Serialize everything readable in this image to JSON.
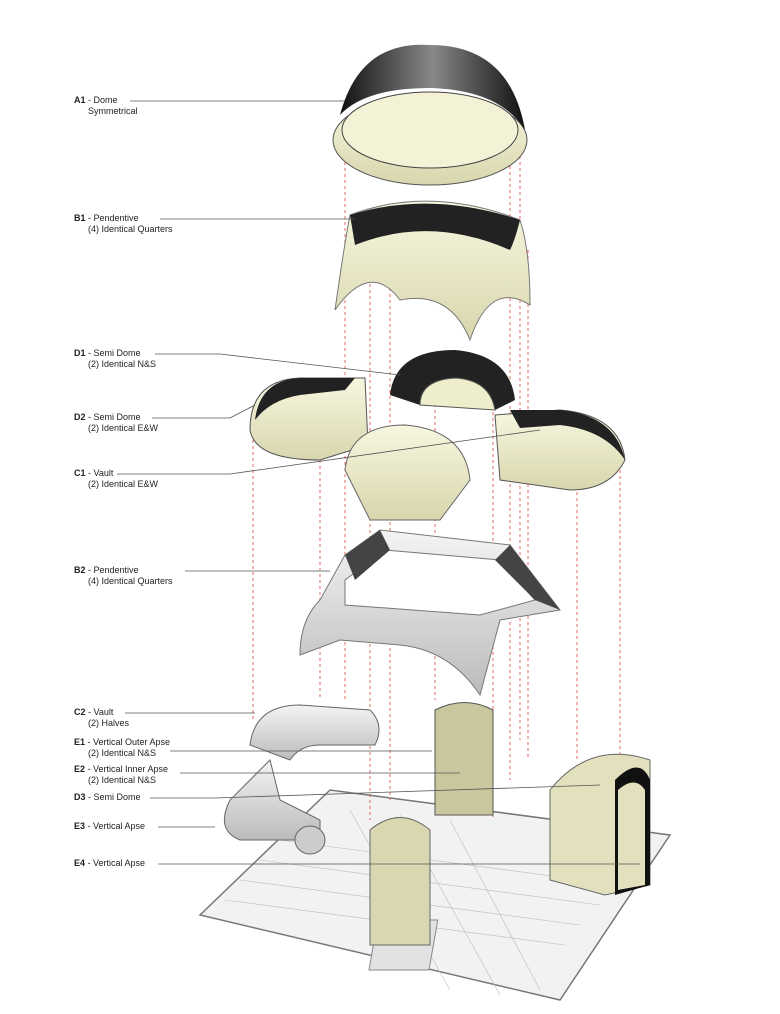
{
  "labels": [
    {
      "code": "A1",
      "name": "Dome",
      "sub": "Symmetrical"
    },
    {
      "code": "B1",
      "name": "Pendentive",
      "sub": "(4) Identical Quarters"
    },
    {
      "code": "D1",
      "name": "Semi Dome",
      "sub": "(2) Identical N&S"
    },
    {
      "code": "D2",
      "name": "Semi Dome",
      "sub": "(2) Identical E&W"
    },
    {
      "code": "C1",
      "name": "Vault",
      "sub": "(2) Identical E&W"
    },
    {
      "code": "B2",
      "name": "Pendentive",
      "sub": "(4) Identical Quarters"
    },
    {
      "code": "C2",
      "name": "Vault",
      "sub": "(2) Halves"
    },
    {
      "code": "E1",
      "name": "Vertical Outer Apse",
      "sub": "(2) Identical N&S"
    },
    {
      "code": "E2",
      "name": "Vertical Inner Apse",
      "sub": "(2) Identical N&S"
    },
    {
      "code": "D3",
      "name": "Semi Dome",
      "sub": ""
    },
    {
      "code": "E3",
      "name": "Vertical Apse",
      "sub": ""
    },
    {
      "code": "E4",
      "name": "Vertical Apse",
      "sub": ""
    }
  ],
  "colors": {
    "cream": "#eeeecb",
    "olive": "#c9c79e",
    "dark": "#2a2a22",
    "grey": "#d8d8d8",
    "guide": "#e0463a"
  }
}
